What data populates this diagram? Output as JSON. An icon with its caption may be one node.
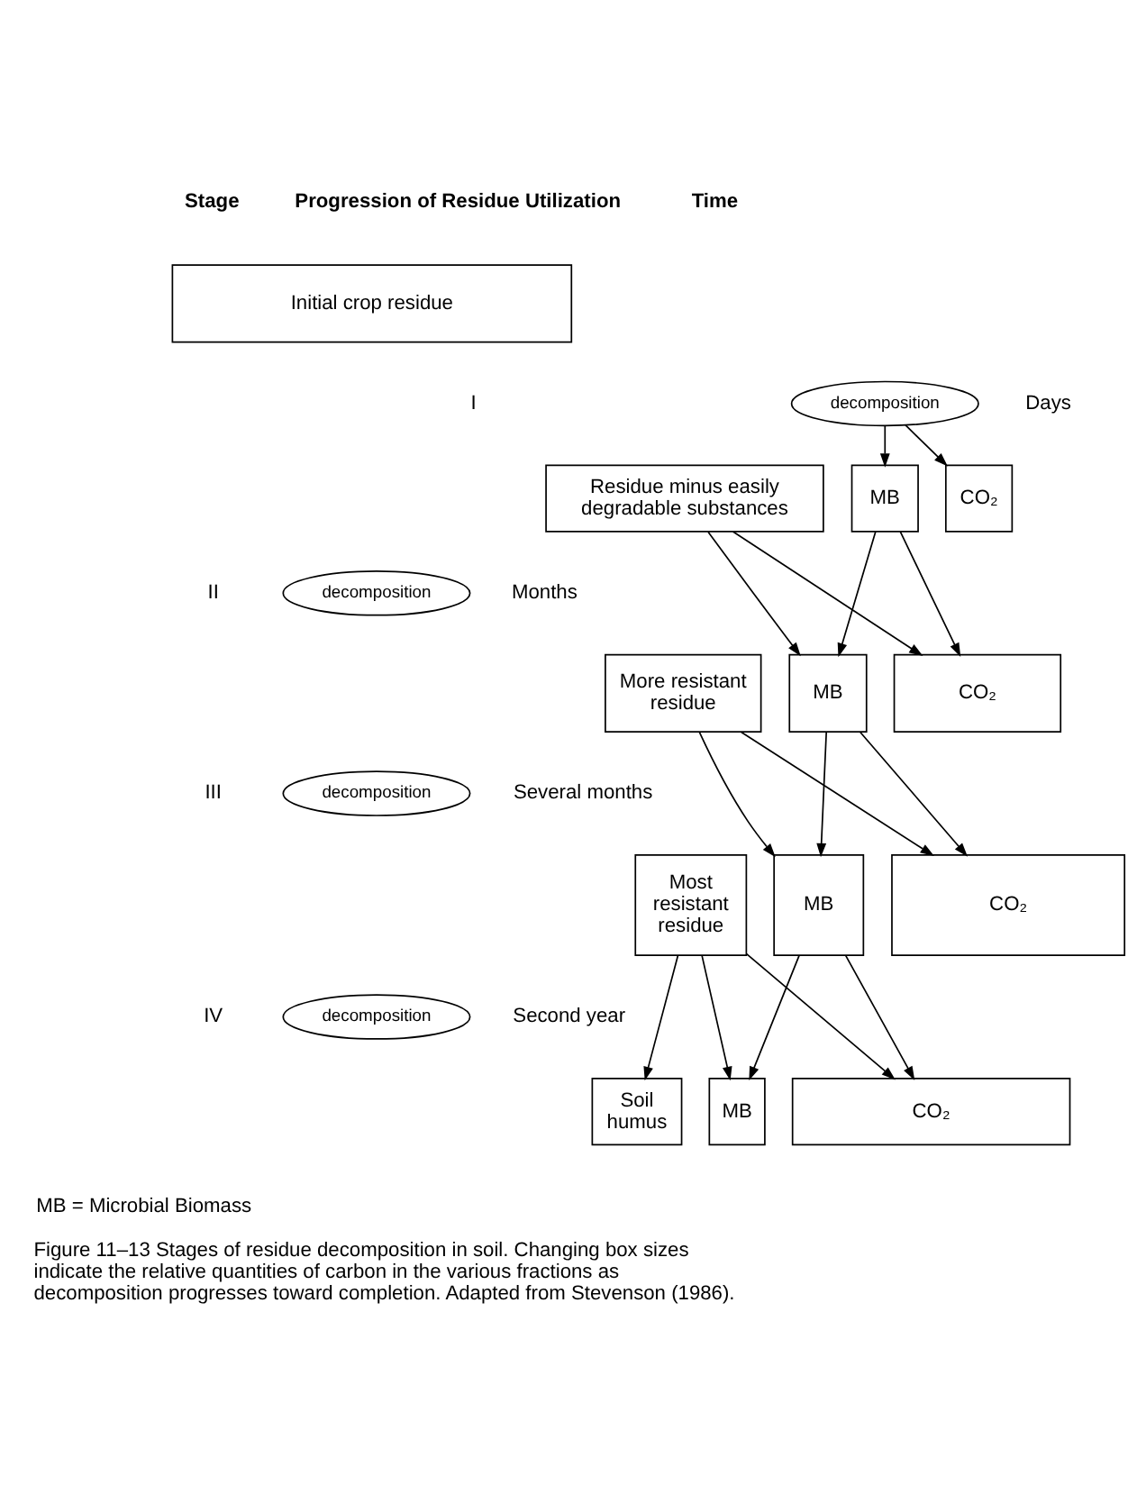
{
  "diagram": {
    "caption": "Figure 11–13 Stages of residue decomposition in soil. Changing box sizes indicate the relative quantities of carbon in the various fractions as decomposition progresses toward completion. Adapted from Stevenson (1986).",
    "nodes": [
      {
        "text": [
          "Initial crop residue"
        ]
      },
      {
        "text": [
          "decomposition"
        ]
      },
      {
        "text": [
          "Residue minus easily degradable substances"
        ]
      },
      {
        "text": [
          "MB"
        ]
      },
      {
        "text": [
          "CO₂"
        ]
      },
      {
        "text": [
          "decomposition"
        ]
      },
      {
        "text": [
          "More resistant residue"
        ]
      },
      {
        "text": [
          "MB"
        ]
      },
      {
        "text": [
          "CO₂"
        ]
      },
      {
        "text": [
          "decomposition"
        ]
      },
      {
        "text": [
          "Most resistant residue"
        ]
      },
      {
        "text": [
          "MB"
        ]
      },
      {
        "text": [
          "CO₂"
        ]
      },
      {
        "text": [
          "decomposition"
        ]
      },
      {
        "text": [
          "Soil humus"
        ]
      },
      {
        "text": [
          "MB"
        ]
      },
      {
        "text": [
          "CO₂"
        ]
      }
    ],
    "edges": [
      {
        "from": 1,
        "to": 3,
        "arrow": "to"
      },
      {
        "from": 1,
        "to": 4,
        "arrow": "to"
      },
      {
        "from": 2,
        "to": 7,
        "arrow": "to"
      },
      {
        "from": 2,
        "to": 8,
        "arrow": "to"
      },
      {
        "from": 3,
        "to": 7,
        "arrow": "to"
      },
      {
        "from": 3,
        "to": 8,
        "arrow": "to"
      },
      {
        "from": 6,
        "to": 11,
        "arrow": "to"
      },
      {
        "from": 6,
        "to": 12,
        "arrow": "to"
      },
      {
        "from": 7,
        "to": 11,
        "arrow": "to"
      },
      {
        "from": 7,
        "to": 12,
        "arrow": "to"
      },
      {
        "from": 10,
        "to": 14,
        "arrow": "to"
      },
      {
        "from": 10,
        "to": 15,
        "arrow": "to"
      },
      {
        "from": 10,
        "to": 16,
        "arrow": "to"
      },
      {
        "from": 11,
        "to": 15,
        "arrow": "to"
      },
      {
        "from": 11,
        "to": 16,
        "arrow": "to"
      }
    ],
    "labels": [
      "Stage",
      "Progression of Residue Utilization",
      "Time",
      "I",
      "Days",
      "II",
      "Months",
      "III",
      "Several months",
      "IV",
      "Second year",
      "MB = Microbial Biomass"
    ]
  }
}
